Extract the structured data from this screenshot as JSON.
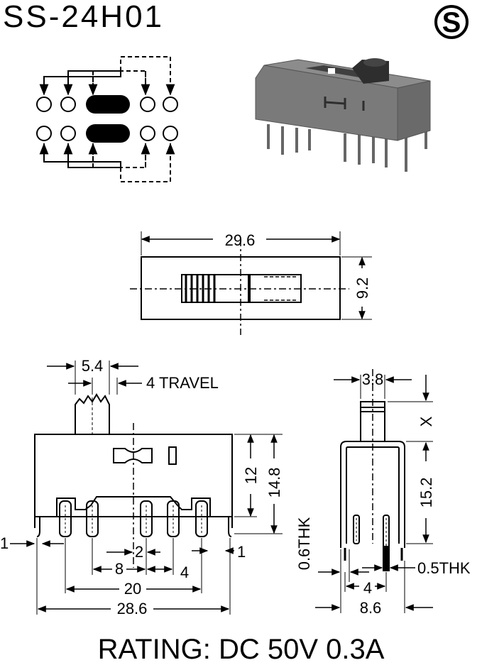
{
  "title": "SS-24H01",
  "logo_letter": "S",
  "rating": "RATING: DC 50V 0.3A",
  "dimensions": {
    "top_length": "29.6",
    "top_width": "9.2",
    "actuator_width": "5.4",
    "travel": "4 TRAVEL",
    "body_height": "12",
    "total_height": "14.8",
    "pin_thickness_left": "1",
    "pin_thickness_right": "1",
    "pitch_2": "2",
    "pitch_8": "8",
    "pitch_4": "4",
    "span_20": "20",
    "span_28_6": "28.6",
    "side_actuator_width": "3.8",
    "side_x": "X",
    "side_height": "15.2",
    "side_frame_thk": "0.6THK",
    "side_pin_thk": "0.5THK",
    "side_pin_spacing": "4",
    "side_width": "8.6"
  },
  "colors": {
    "ink": "#000000",
    "body_gray": "#7a7a7a",
    "body_dark": "#555555"
  }
}
